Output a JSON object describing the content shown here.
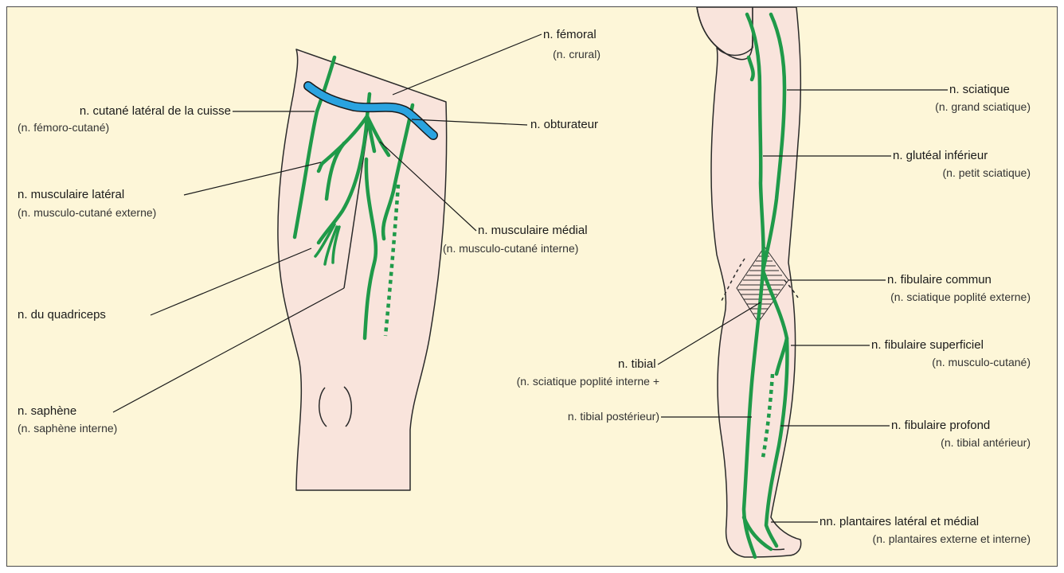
{
  "colors": {
    "background": "#fdf6d8",
    "skin": "#f9e4dc",
    "nerve": "#1f9a49",
    "vessel": "#2aa3e0"
  },
  "labels": {
    "femoral": "n. fémoral",
    "femoral_sub": "(n. crural)",
    "lat_cut_thigh": "n. cutané latéral de la cuisse",
    "lat_cut_thigh_sub": "(n. fémoro-cutané)",
    "obturator": "n. obturateur",
    "musc_lat": "n. musculaire latéral",
    "musc_lat_sub": "(n. musculo-cutané externe)",
    "musc_med": "n. musculaire médial",
    "musc_med_sub": "(n. musculo-cutané interne)",
    "quadriceps": "n. du quadriceps",
    "saphenous": "n. saphène",
    "saphenous_sub": "(n. saphène interne)",
    "sciatic": "n. sciatique",
    "sciatic_sub": "(n. grand sciatique)",
    "gluteal_inf": "n. glutéal inférieur",
    "gluteal_inf_sub": "(n. petit sciatique)",
    "fib_common": "n. fibulaire commun",
    "fib_common_sub": "(n. sciatique poplité externe)",
    "tibial": "n. tibial",
    "tibial_sub1": "(n. sciatique poplité interne +",
    "tibial_sub2": "n. tibial postérieur)",
    "fib_superficial": "n. fibulaire superficiel",
    "fib_superficial_sub": "(n. musculo-cutané)",
    "fib_deep": "n. fibulaire profond",
    "fib_deep_sub": "(n. tibial antérieur)",
    "plantar": "nn. plantaires latéral et médial",
    "plantar_sub": "(n. plantaires externe et interne)"
  }
}
